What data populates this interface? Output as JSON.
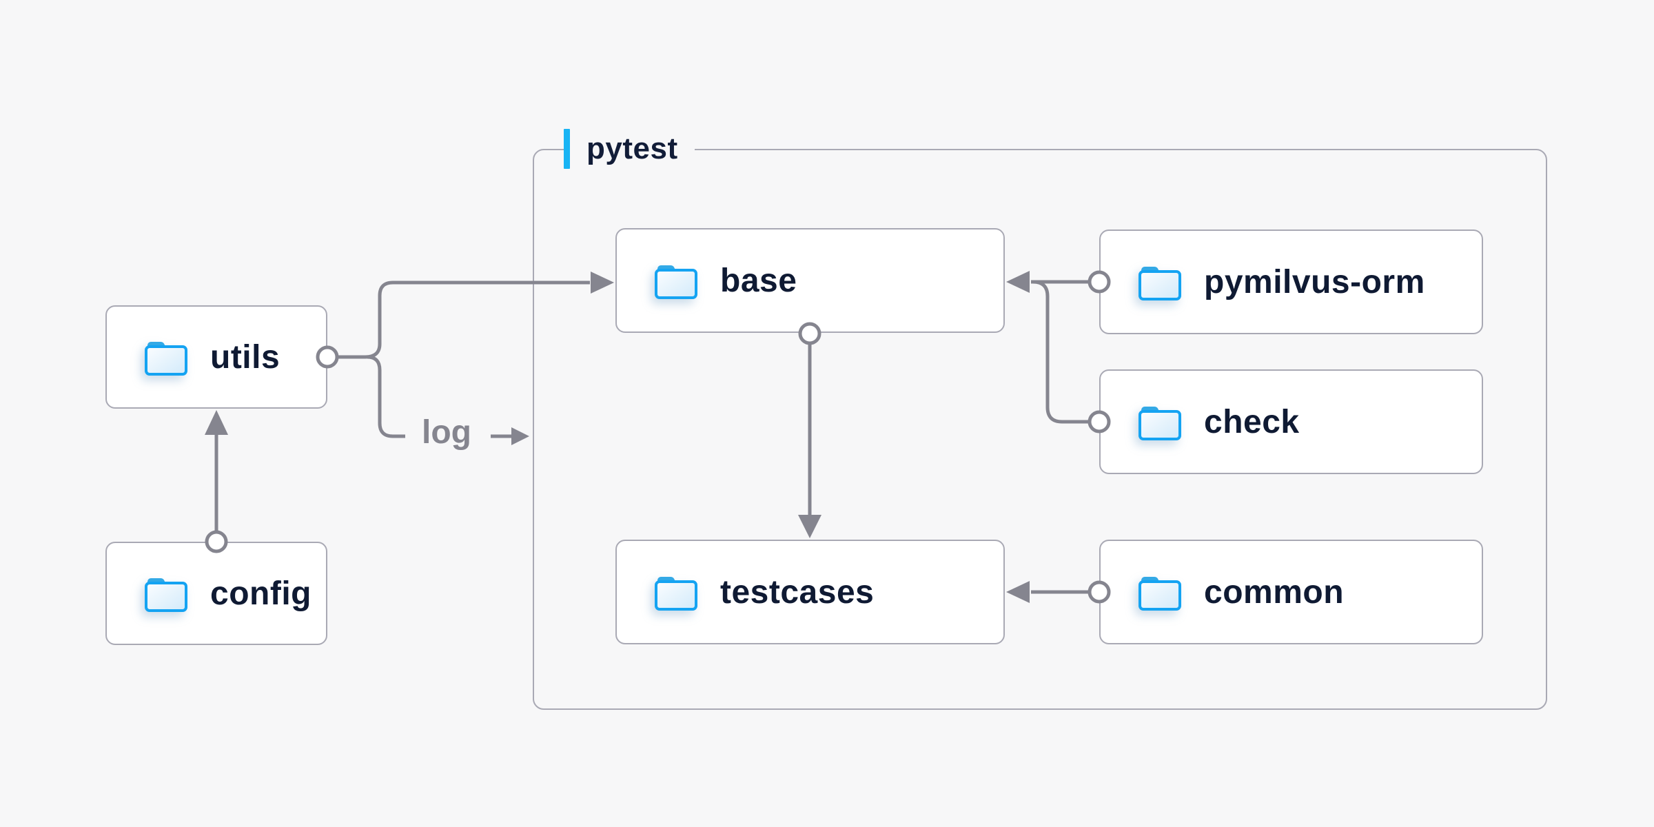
{
  "diagram": {
    "group": {
      "label": "pytest"
    },
    "nodes": {
      "utils": {
        "label": "utils"
      },
      "config": {
        "label": "config"
      },
      "base": {
        "label": "base"
      },
      "pymilvus": {
        "label": "pymilvus-orm"
      },
      "check": {
        "label": "check"
      },
      "testcases": {
        "label": "testcases"
      },
      "common": {
        "label": "common"
      }
    },
    "edges": {
      "log_label": "log",
      "relations": [
        "config -> utils",
        "utils -> base",
        "utils -> log",
        "base -> testcases",
        "pymilvus-orm -> base",
        "check -> base",
        "common -> testcases"
      ]
    },
    "colors": {
      "background": "#f7f7f8",
      "box_border": "#a9a9b4",
      "line_gray": "#85858f",
      "text_navy": "#0f1a33",
      "muted_gray": "#85858f",
      "accent_blue": "#19b4f4",
      "folder_stroke": "#14a3f2",
      "folder_tab": "#33a9e6"
    }
  }
}
